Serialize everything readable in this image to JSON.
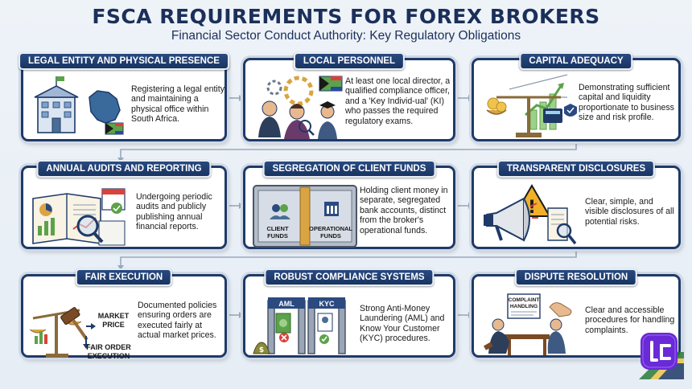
{
  "header": {
    "title": "FSCA REQUIREMENTS FOR FOREX BROKERS",
    "subtitle": "Financial Sector Conduct Authority: Key Regulatory Obligations"
  },
  "colors": {
    "navy": "#1f3a68",
    "header_bg": "#183462",
    "background": "#eef3f8",
    "gold": "#d9a441",
    "green": "#5ca24a"
  },
  "cards": [
    {
      "title": "LEGAL ENTITY AND PHYSICAL PRESENCE",
      "text": "Registering a legal entity and maintaining a physical office within South Africa.",
      "icon": "office-building-map-icon"
    },
    {
      "title": "LOCAL PERSONNEL",
      "text": "At least one local director, a qualified compliance officer, and a 'Key Individ-ual' (KI) who passes the required regulatory exams.",
      "icon": "people-team-icon"
    },
    {
      "title": "CAPITAL ADEQUACY",
      "text": "Demonstrating sufficient capital and liquidity proportionate to business size and risk profile.",
      "icon": "balance-scale-money-icon"
    },
    {
      "title": "ANNUAL AUDITS AND REPORTING",
      "text": "Undergoing periodic audits and publicly publishing annual financial reports.",
      "icon": "financial-report-icon"
    },
    {
      "title": "SEGREGATION OF CLIENT FUNDS",
      "text": "Holding client money in separate, segregated bank accounts, distinct from the broker's operational funds.",
      "icon": "vault-funds-icon",
      "labels": {
        "client_1": "CLIENT",
        "client_2": "FUNDS",
        "ops_1": "OPERATIONAL",
        "ops_2": "FUNDS"
      }
    },
    {
      "title": "TRANSPARENT DISCLOSURES",
      "text": "Clear, simple, and visible disclosures of all potential risks.",
      "icon": "megaphone-warning-icon"
    },
    {
      "title": "FAIR EXECUTION",
      "text": "Documented policies ensuring orders are executed fairly at actual market prices.",
      "icon": "gavel-scale-icon",
      "labels": {
        "market_1": "MARKET",
        "market_2": "PRICE",
        "fair_1": "FAIR ORDER",
        "fair_2": "EXECUTION"
      }
    },
    {
      "title": "ROBUST COMPLIANCE SYSTEMS",
      "text": "Strong Anti-Money Laundering (AML) and Know Your Customer (KYC) procedures.",
      "icon": "aml-kyc-gates-icon",
      "labels": {
        "aml": "AML",
        "kyc": "KYC"
      }
    },
    {
      "title": "DISPUTE RESOLUTION",
      "text": "Clear and accessible procedures for handling complaints.",
      "icon": "handshake-mediation-icon",
      "labels": {
        "complaint_1": "COMPLAINT",
        "complaint_2": "HANDLING"
      }
    }
  ]
}
